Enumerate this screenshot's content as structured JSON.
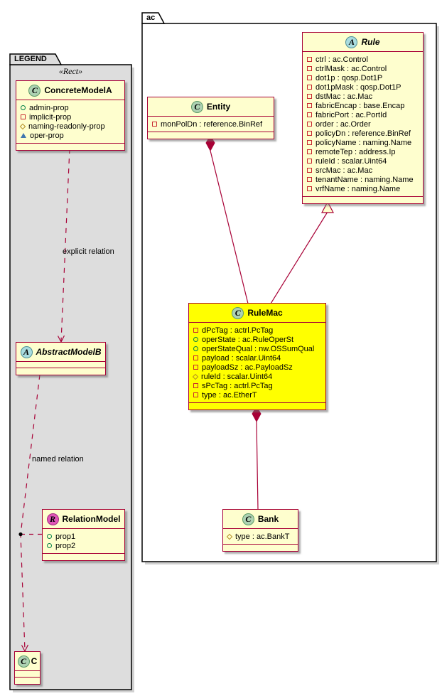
{
  "packages": {
    "ac": {
      "title": "ac"
    },
    "legend": {
      "title": "LEGEND",
      "stereotype": "«Rect»"
    }
  },
  "edges": {
    "explicit_relation": "explicit relation",
    "named_relation": "named relation"
  },
  "colors": {
    "class_fill": "#FEFECE",
    "class_border": "#A80036",
    "highlight_fill": "#FFFF00",
    "legend_fill": "#DDDDDD",
    "kind_c_fill": "#ADD1B2",
    "kind_a_fill": "#A9DCDF",
    "kind_r_fill": "#E056B8"
  },
  "classes": {
    "rule": {
      "kind": "A",
      "name": "Rule",
      "fields": [
        {
          "icon": "square-icon",
          "label": "ctrl : ac.Control"
        },
        {
          "icon": "square-icon",
          "label": "ctrlMask : ac.Control"
        },
        {
          "icon": "square-icon",
          "label": "dot1p : qosp.Dot1P"
        },
        {
          "icon": "square-icon",
          "label": "dot1pMask : qosp.Dot1P"
        },
        {
          "icon": "square-icon",
          "label": "dstMac : ac.Mac"
        },
        {
          "icon": "square-icon",
          "label": "fabricEncap : base.Encap"
        },
        {
          "icon": "square-icon",
          "label": "fabricPort : ac.PortId"
        },
        {
          "icon": "square-icon",
          "label": "order : ac.Order"
        },
        {
          "icon": "square-icon",
          "label": "policyDn : reference.BinRef"
        },
        {
          "icon": "square-icon",
          "label": "policyName : naming.Name"
        },
        {
          "icon": "square-icon",
          "label": "remoteTep : address.Ip"
        },
        {
          "icon": "square-icon",
          "label": "ruleId : scalar.Uint64"
        },
        {
          "icon": "square-icon",
          "label": "srcMac : ac.Mac"
        },
        {
          "icon": "square-icon",
          "label": "tenantName : naming.Name"
        },
        {
          "icon": "square-icon",
          "label": "vrfName : naming.Name"
        }
      ]
    },
    "entity": {
      "kind": "C",
      "name": "Entity",
      "fields": [
        {
          "icon": "square-icon",
          "label": "monPolDn : reference.BinRef"
        }
      ]
    },
    "rule_mac": {
      "kind": "C",
      "name": "RuleMac",
      "fields": [
        {
          "icon": "square-icon",
          "label": "dPcTag : actrl.PcTag"
        },
        {
          "icon": "circle-icon",
          "label": "operState : ac.RuleOperSt"
        },
        {
          "icon": "circle-icon",
          "label": "operStateQual : nw.OSSumQual"
        },
        {
          "icon": "square-icon",
          "label": "payload : scalar.Uint64"
        },
        {
          "icon": "square-icon",
          "label": "payloadSz : ac.PayloadSz"
        },
        {
          "icon": "diamond-icon",
          "label": "ruleId : scalar.Uint64"
        },
        {
          "icon": "square-icon",
          "label": "sPcTag : actrl.PcTag"
        },
        {
          "icon": "square-icon",
          "label": "type : ac.EtherT"
        }
      ]
    },
    "bank": {
      "kind": "C",
      "name": "Bank",
      "fields": [
        {
          "icon": "diamond-icon",
          "label": "type : ac.BankT"
        }
      ]
    },
    "concrete_model_a": {
      "kind": "C",
      "name": "ConcreteModelA",
      "fields": [
        {
          "icon": "circle-icon",
          "label": "admin-prop"
        },
        {
          "icon": "square-icon",
          "label": "implicit-prop"
        },
        {
          "icon": "diamond-icon",
          "label": "naming-readonly-prop"
        },
        {
          "icon": "triangle-icon",
          "label": "oper-prop"
        }
      ]
    },
    "abstract_model_b": {
      "kind": "A",
      "name": "AbstractModelB",
      "fields": []
    },
    "relation_model": {
      "kind": "R",
      "name": "RelationModel",
      "fields": [
        {
          "icon": "circle-icon",
          "label": "prop1"
        },
        {
          "icon": "circle-icon",
          "label": "prop2"
        }
      ]
    },
    "c_class": {
      "kind": "C",
      "name": "C",
      "fields": []
    }
  }
}
